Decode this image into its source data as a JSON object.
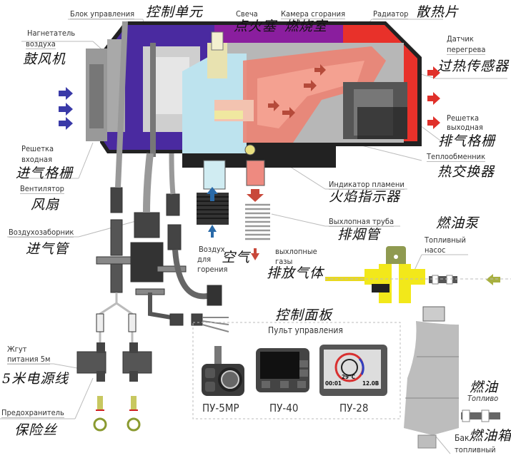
{
  "diagram": {
    "subject": "Parking air heater components",
    "labels": {
      "control_unit": {
        "ru": "Блок управления",
        "cn": "控制单元"
      },
      "glow_plug": {
        "ru": "Свеча",
        "cn": "点火塞"
      },
      "combustion_chamber": {
        "ru": "Камера сгорания",
        "cn": "燃烧室"
      },
      "radiator": {
        "ru": "Радиатор",
        "cn": "散热片"
      },
      "air_blower": {
        "ru_line1": "Нагнетатель",
        "ru_line2": "воздуха",
        "cn": "鼓风机"
      },
      "overheat_sensor": {
        "ru_line1": "Датчик",
        "ru_line2": "перегрева",
        "cn": "过热传感器"
      },
      "outlet_grille": {
        "ru_line1": "Решетка",
        "ru_line2": "выходная",
        "cn": "排气格栅"
      },
      "heat_exchanger": {
        "ru": "Теплообменник",
        "cn": "热交换器"
      },
      "inlet_grille": {
        "ru_line1": "Решетка",
        "ru_line2": "входная",
        "cn": "进气格栅"
      },
      "fan": {
        "ru": "Вентилятор",
        "cn": "风扇"
      },
      "air_intake": {
        "ru": "Воздухозаборник",
        "cn": "进气管"
      },
      "flame_indicator": {
        "ru": "Индикатор пламени",
        "cn": "火焰指示器"
      },
      "exhaust_pipe": {
        "ru": "Выхлопная труба",
        "cn": "排烟管"
      },
      "combustion_air": {
        "ru_line1": "Воздух",
        "ru_line2": "для",
        "ru_line3": "горения",
        "cn": "空气"
      },
      "exhaust_gases": {
        "ru_line1": "выхлопные",
        "ru_line2": "газы",
        "cn": "排放气体"
      },
      "fuel_pump": {
        "ru_line1": "Топливный",
        "ru_line2": "насос",
        "cn": "燃油泵"
      },
      "control_panel": {
        "ru": "Пульт управления",
        "cn": "控制面板"
      },
      "power_harness": {
        "ru_line1": "Жгут",
        "ru_line2": "питания 5м",
        "cn": "5米电源线"
      },
      "fuse": {
        "ru": "Предохранитель",
        "cn": "保险丝"
      },
      "fuel": {
        "ru": "Топливо",
        "cn": "燃油"
      },
      "fuel_tank": {
        "ru_line1": "Бак",
        "ru_line2": "топливный",
        "cn": "燃油箱"
      }
    },
    "controllers": [
      {
        "model": "ПУ-5МР"
      },
      {
        "model": "ПУ-40"
      },
      {
        "model": "ПУ-28",
        "time": "00:01",
        "voltage": "12.0B",
        "temperature": "29°C"
      }
    ],
    "colors": {
      "intake_zone": "#4a2aa0",
      "control_zone": "#8a1e9e",
      "hot_zone": "#e8312a",
      "combustion_blue": "#bde3ee",
      "flame_gradient": "#f07a6a",
      "fuel_pump": "#f2e81a",
      "fuel_pump_bracket": "#8f9a50",
      "arrow_in": "#3a3aa8",
      "arrow_out": "#e0302a",
      "body_gray": "#a8a8a8"
    }
  }
}
